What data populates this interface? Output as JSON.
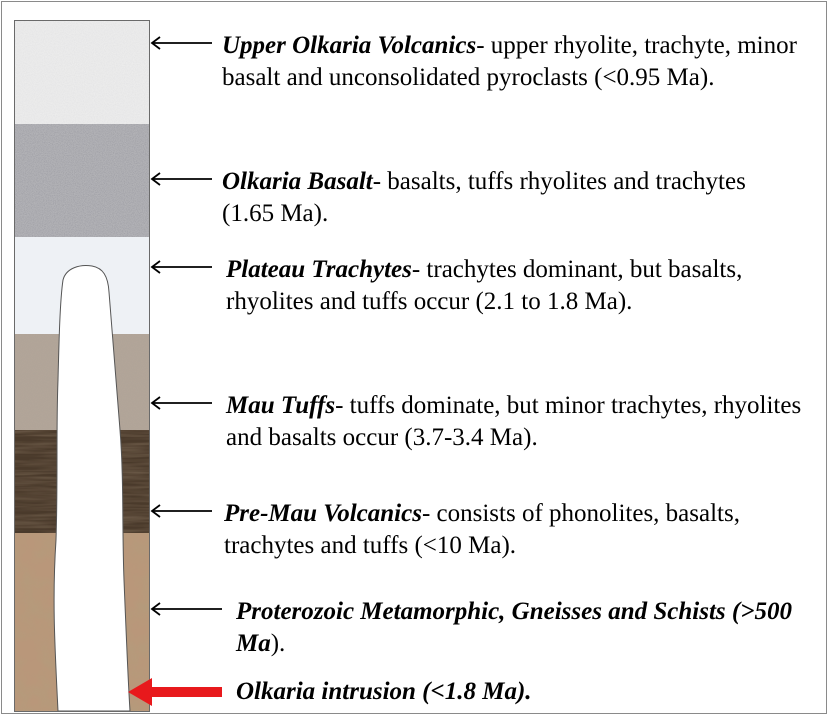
{
  "figure": {
    "units": [
      {
        "id": "upper-olkaria-volcanics",
        "name": "Upper Olkaria Volcanics",
        "description": "- upper rhyolite, trachyte, minor basalt and unconsolidated pyroclasts (<0.95 Ma).",
        "fill_color": "#e9e9e9",
        "texture": "fine light speckle"
      },
      {
        "id": "olkaria-basalt",
        "name": "Olkaria Basalt",
        "description": "- basalts, tuffs rhyolites and trachytes (1.65 Ma).",
        "fill_color": "#a7a7ab",
        "texture": "grey granular speckle"
      },
      {
        "id": "plateau-trachytes",
        "name": "Plateau Trachytes",
        "description": "- trachytes dominant, but basalts, rhyolites and tuffs occur (2.1 to 1.8 Ma).",
        "fill_color": "#eef1f5",
        "texture": "plain pale"
      },
      {
        "id": "mau-tuffs",
        "name": "Mau Tuffs",
        "description": "- tuffs dominate, but minor trachytes, rhyolites and basalts occur (3.7-3.4 Ma).",
        "fill_color": "#a89c90",
        "texture": "brown granular speckle"
      },
      {
        "id": "pre-mau-volcanics",
        "name": "Pre-Mau Volcanics",
        "description": "- consists of phonolites, basalts, trachytes and tuffs (<10 Ma).",
        "fill_color": "#4a3a2b",
        "texture": "dark brown wood grain"
      },
      {
        "id": "proterozoic-metamorphic",
        "name": "Proterozoic Metamorphic, Gneisses and Schists (>500 Ma",
        "description": ").",
        "fill_color": "#b3926e",
        "texture": "crumpled tan"
      }
    ],
    "intrusion": {
      "label": "Olkaria intrusion (<1.8 Ma).",
      "fill_color": "#ffffff",
      "arrow_color": "#e8191c"
    },
    "pointer_arrow_color": "#000000"
  }
}
